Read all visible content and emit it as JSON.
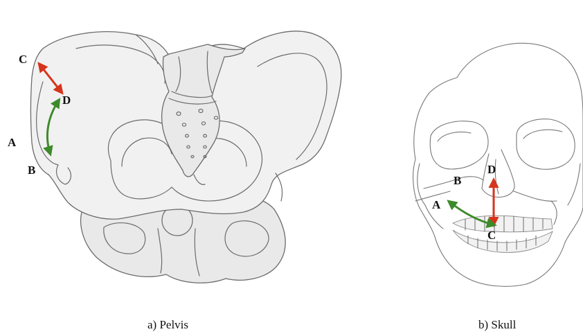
{
  "colors": {
    "red_arrow": "#d6341c",
    "green_arrow": "#3d8a2b"
  },
  "pelvis": {
    "caption": "a) Pelvis",
    "labels": {
      "A": "A",
      "B": "B",
      "C": "C",
      "D": "D"
    }
  },
  "skull": {
    "caption": "b) Skull",
    "labels": {
      "A": "A",
      "B": "B",
      "C": "C",
      "D": "D"
    }
  }
}
